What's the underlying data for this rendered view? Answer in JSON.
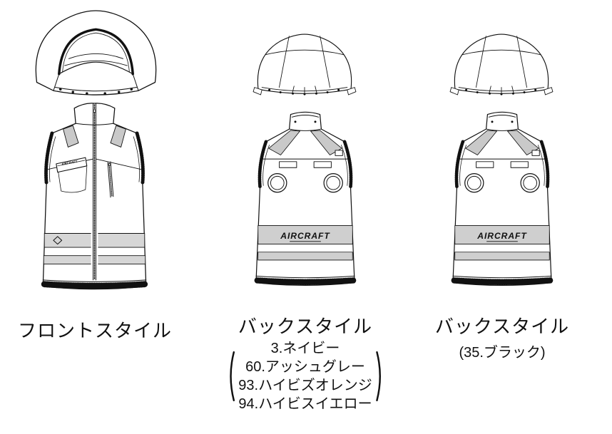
{
  "page": {
    "background": "#ffffff"
  },
  "brand": {
    "logo_text": "AIRCRAFT"
  },
  "figures": {
    "front": {
      "label": "フロントスタイル"
    },
    "back_colors": {
      "label": "バックスタイル",
      "colors": [
        "3.ネイビー",
        "60.アッシュグレー",
        "93.ハイビズオレンジ",
        "94.ハイビスイエロー"
      ]
    },
    "back_black": {
      "label": "バックスタイル",
      "caption": "(35.ブラック)"
    }
  }
}
